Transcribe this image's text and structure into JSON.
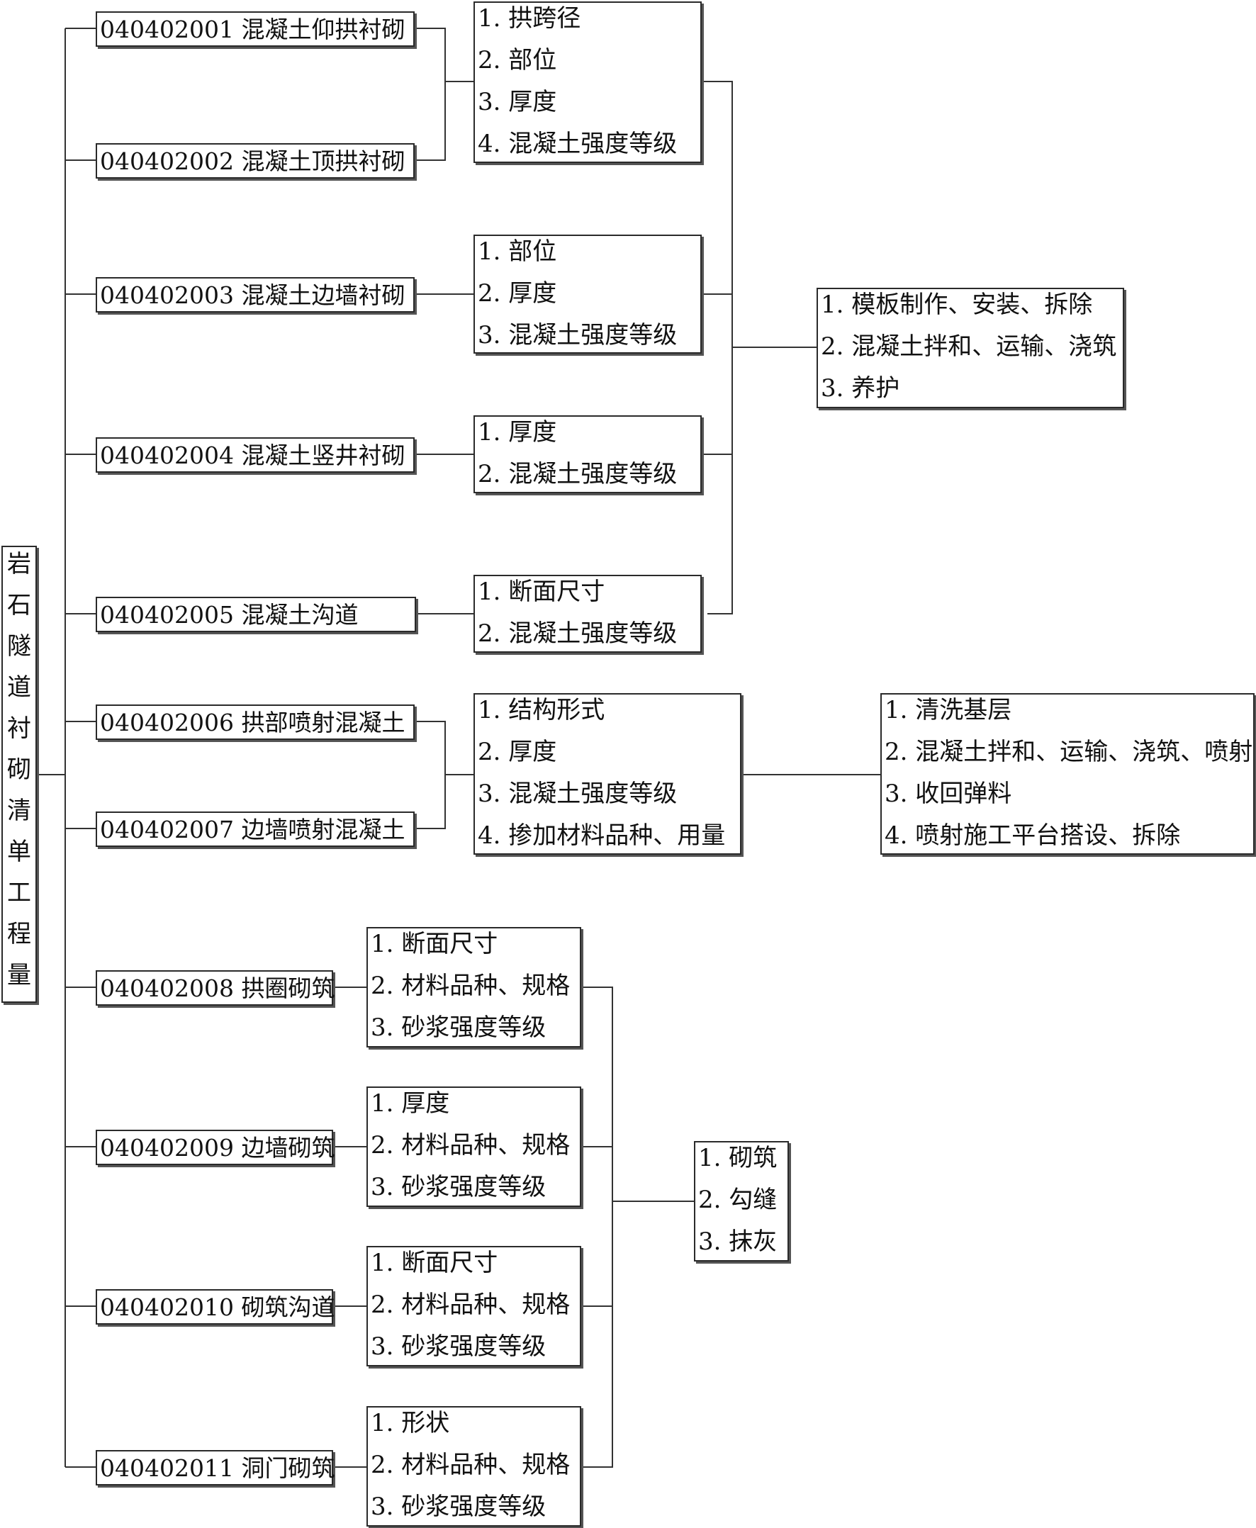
{
  "root": {
    "title": [
      "岩",
      "石",
      "隧",
      "道",
      "衬",
      "砌",
      "清",
      "单",
      "工",
      "程",
      "量"
    ]
  },
  "items": [
    {
      "code": "040402001",
      "name": "混凝土仰拱衬砌"
    },
    {
      "code": "040402002",
      "name": "混凝土顶拱衬砌"
    },
    {
      "code": "040402003",
      "name": "混凝土边墙衬砌"
    },
    {
      "code": "040402004",
      "name": "混凝土竖井衬砌"
    },
    {
      "code": "040402005",
      "name": "混凝土沟道"
    },
    {
      "code": "040402006",
      "name": "拱部喷射混凝土"
    },
    {
      "code": "040402007",
      "name": "边墙喷射混凝土"
    },
    {
      "code": "040402008",
      "name": "拱圈砌筑"
    },
    {
      "code": "040402009",
      "name": "边墙砌筑"
    },
    {
      "code": "040402010",
      "name": "砌筑沟道"
    },
    {
      "code": "040402011",
      "name": "洞门砌筑"
    }
  ],
  "features": [
    [
      "1.  拱跨径",
      "2.  部位",
      "3.  厚度",
      "4.  混凝土强度等级"
    ],
    [
      "1.  部位",
      "2.  厚度",
      "3.  混凝土强度等级"
    ],
    [
      "1.  厚度",
      "2.  混凝土强度等级"
    ],
    [
      "1.  断面尺寸",
      "2.  混凝土强度等级"
    ],
    [
      "1.  结构形式",
      "2.  厚度",
      "3.  混凝土强度等级",
      "4.  掺加材料品种、用量"
    ],
    [
      "1.  断面尺寸",
      "2.  材料品种、规格",
      "3.  砂浆强度等级"
    ],
    [
      "1.  厚度",
      "2.  材料品种、规格",
      "3.  砂浆强度等级"
    ],
    [
      "1.  断面尺寸",
      "2.  材料品种、规格",
      "3.  砂浆强度等级"
    ],
    [
      "1.  形状",
      "2.  材料品种、规格",
      "3.  砂浆强度等级"
    ]
  ],
  "works": [
    [
      "1.  模板制作、安装、拆除",
      "2.  混凝土拌和、运输、浇筑",
      "3.  养护"
    ],
    [
      "1.  清洗基层",
      "2.  混凝土拌和、运输、浇筑、喷射",
      "3.  收回弹料",
      "4.  喷射施工平台搭设、拆除"
    ],
    [
      "1.  砌筑",
      "2.  勾缝",
      "3.  抹灰"
    ]
  ]
}
